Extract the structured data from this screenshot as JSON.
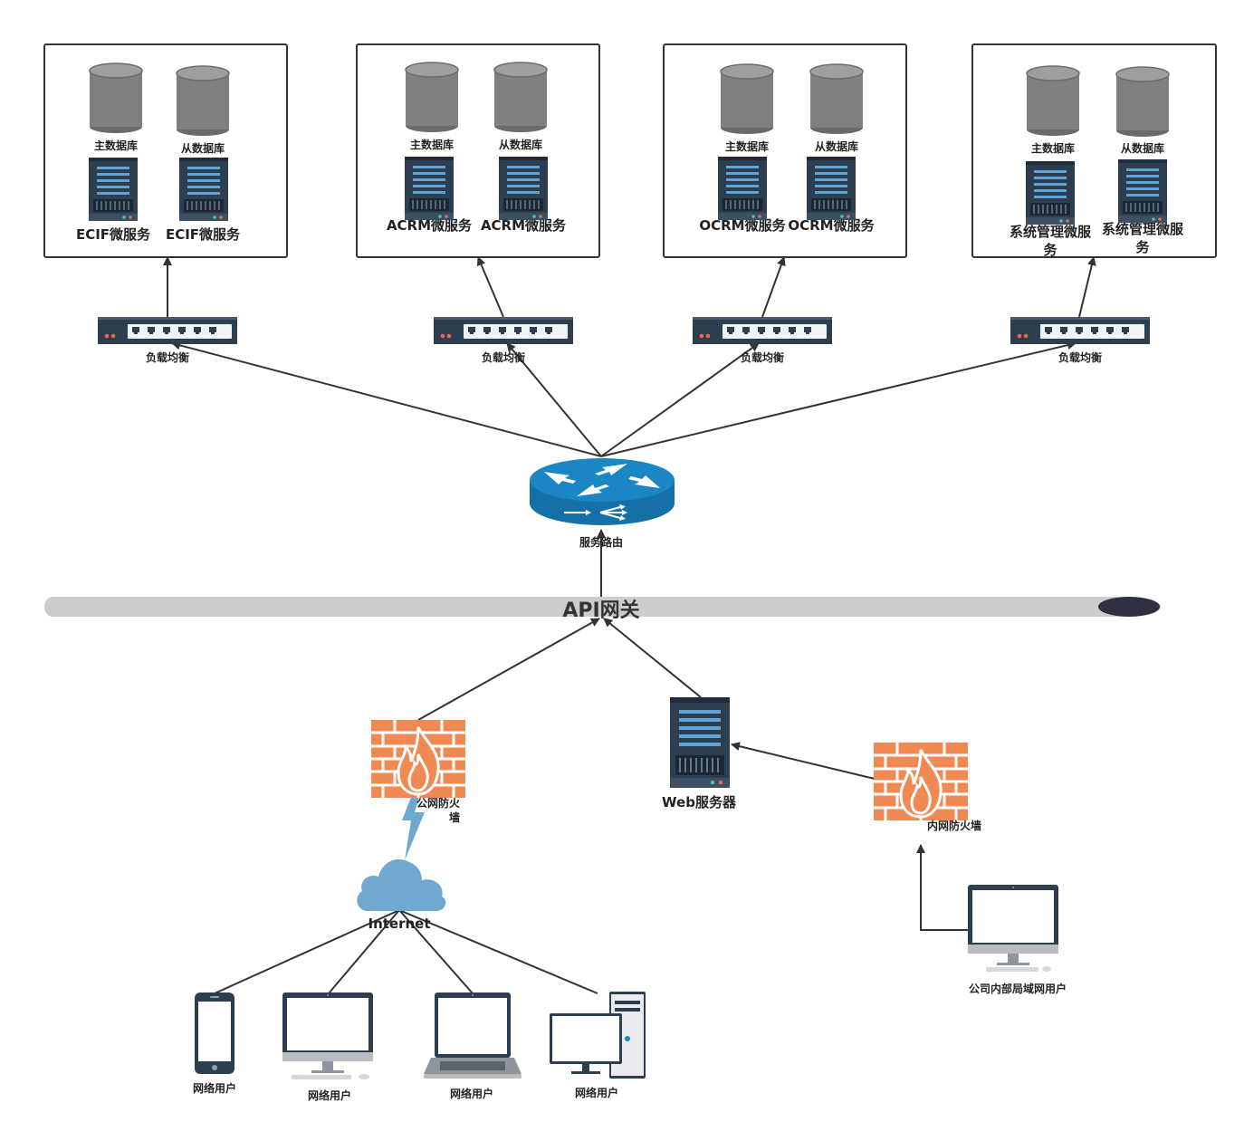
{
  "clusters": [
    {
      "master_db_label": "主数据库",
      "slave_db_label": "从数据库",
      "service_label_1": "ECIF微服务",
      "service_label_2": "ECIF微服务"
    },
    {
      "master_db_label": "主数据库",
      "slave_db_label": "从数据库",
      "service_label_1": "ACRM微服务",
      "service_label_2": "ACRM微服务"
    },
    {
      "master_db_label": "主数据库",
      "slave_db_label": "从数据库",
      "service_label_1": "OCRM微服务",
      "service_label_2": "OCRM微服务"
    },
    {
      "master_db_label": "主数据库",
      "slave_db_label": "从数据库",
      "service_label_1": "系统管理微服务",
      "service_label_2": "系统管理微服务"
    }
  ],
  "load_balancer_label": "负载均衡",
  "router_label": "服务路由",
  "gateway_label": "API网关",
  "public_firewall_label": "公网防火墙",
  "web_server_label": "Web服务器",
  "internal_firewall_label": "内网防火墙",
  "internet_label": "Internet",
  "internal_user_label": "公司内部局域网用户",
  "net_user_labels": [
    "网络用户",
    "网络用户",
    "网络用户",
    "网络用户"
  ],
  "colors": {
    "stroke": "#333333",
    "db_gray": "#7f7f7f",
    "server_navy": "#2d3e50",
    "router_blue": "#1a7fbf",
    "firewall_orange": "#f08a55",
    "cloud_blue": "#6fa8d0",
    "gateway_gray": "#cccccc",
    "gateway_cap": "#2d3040"
  }
}
